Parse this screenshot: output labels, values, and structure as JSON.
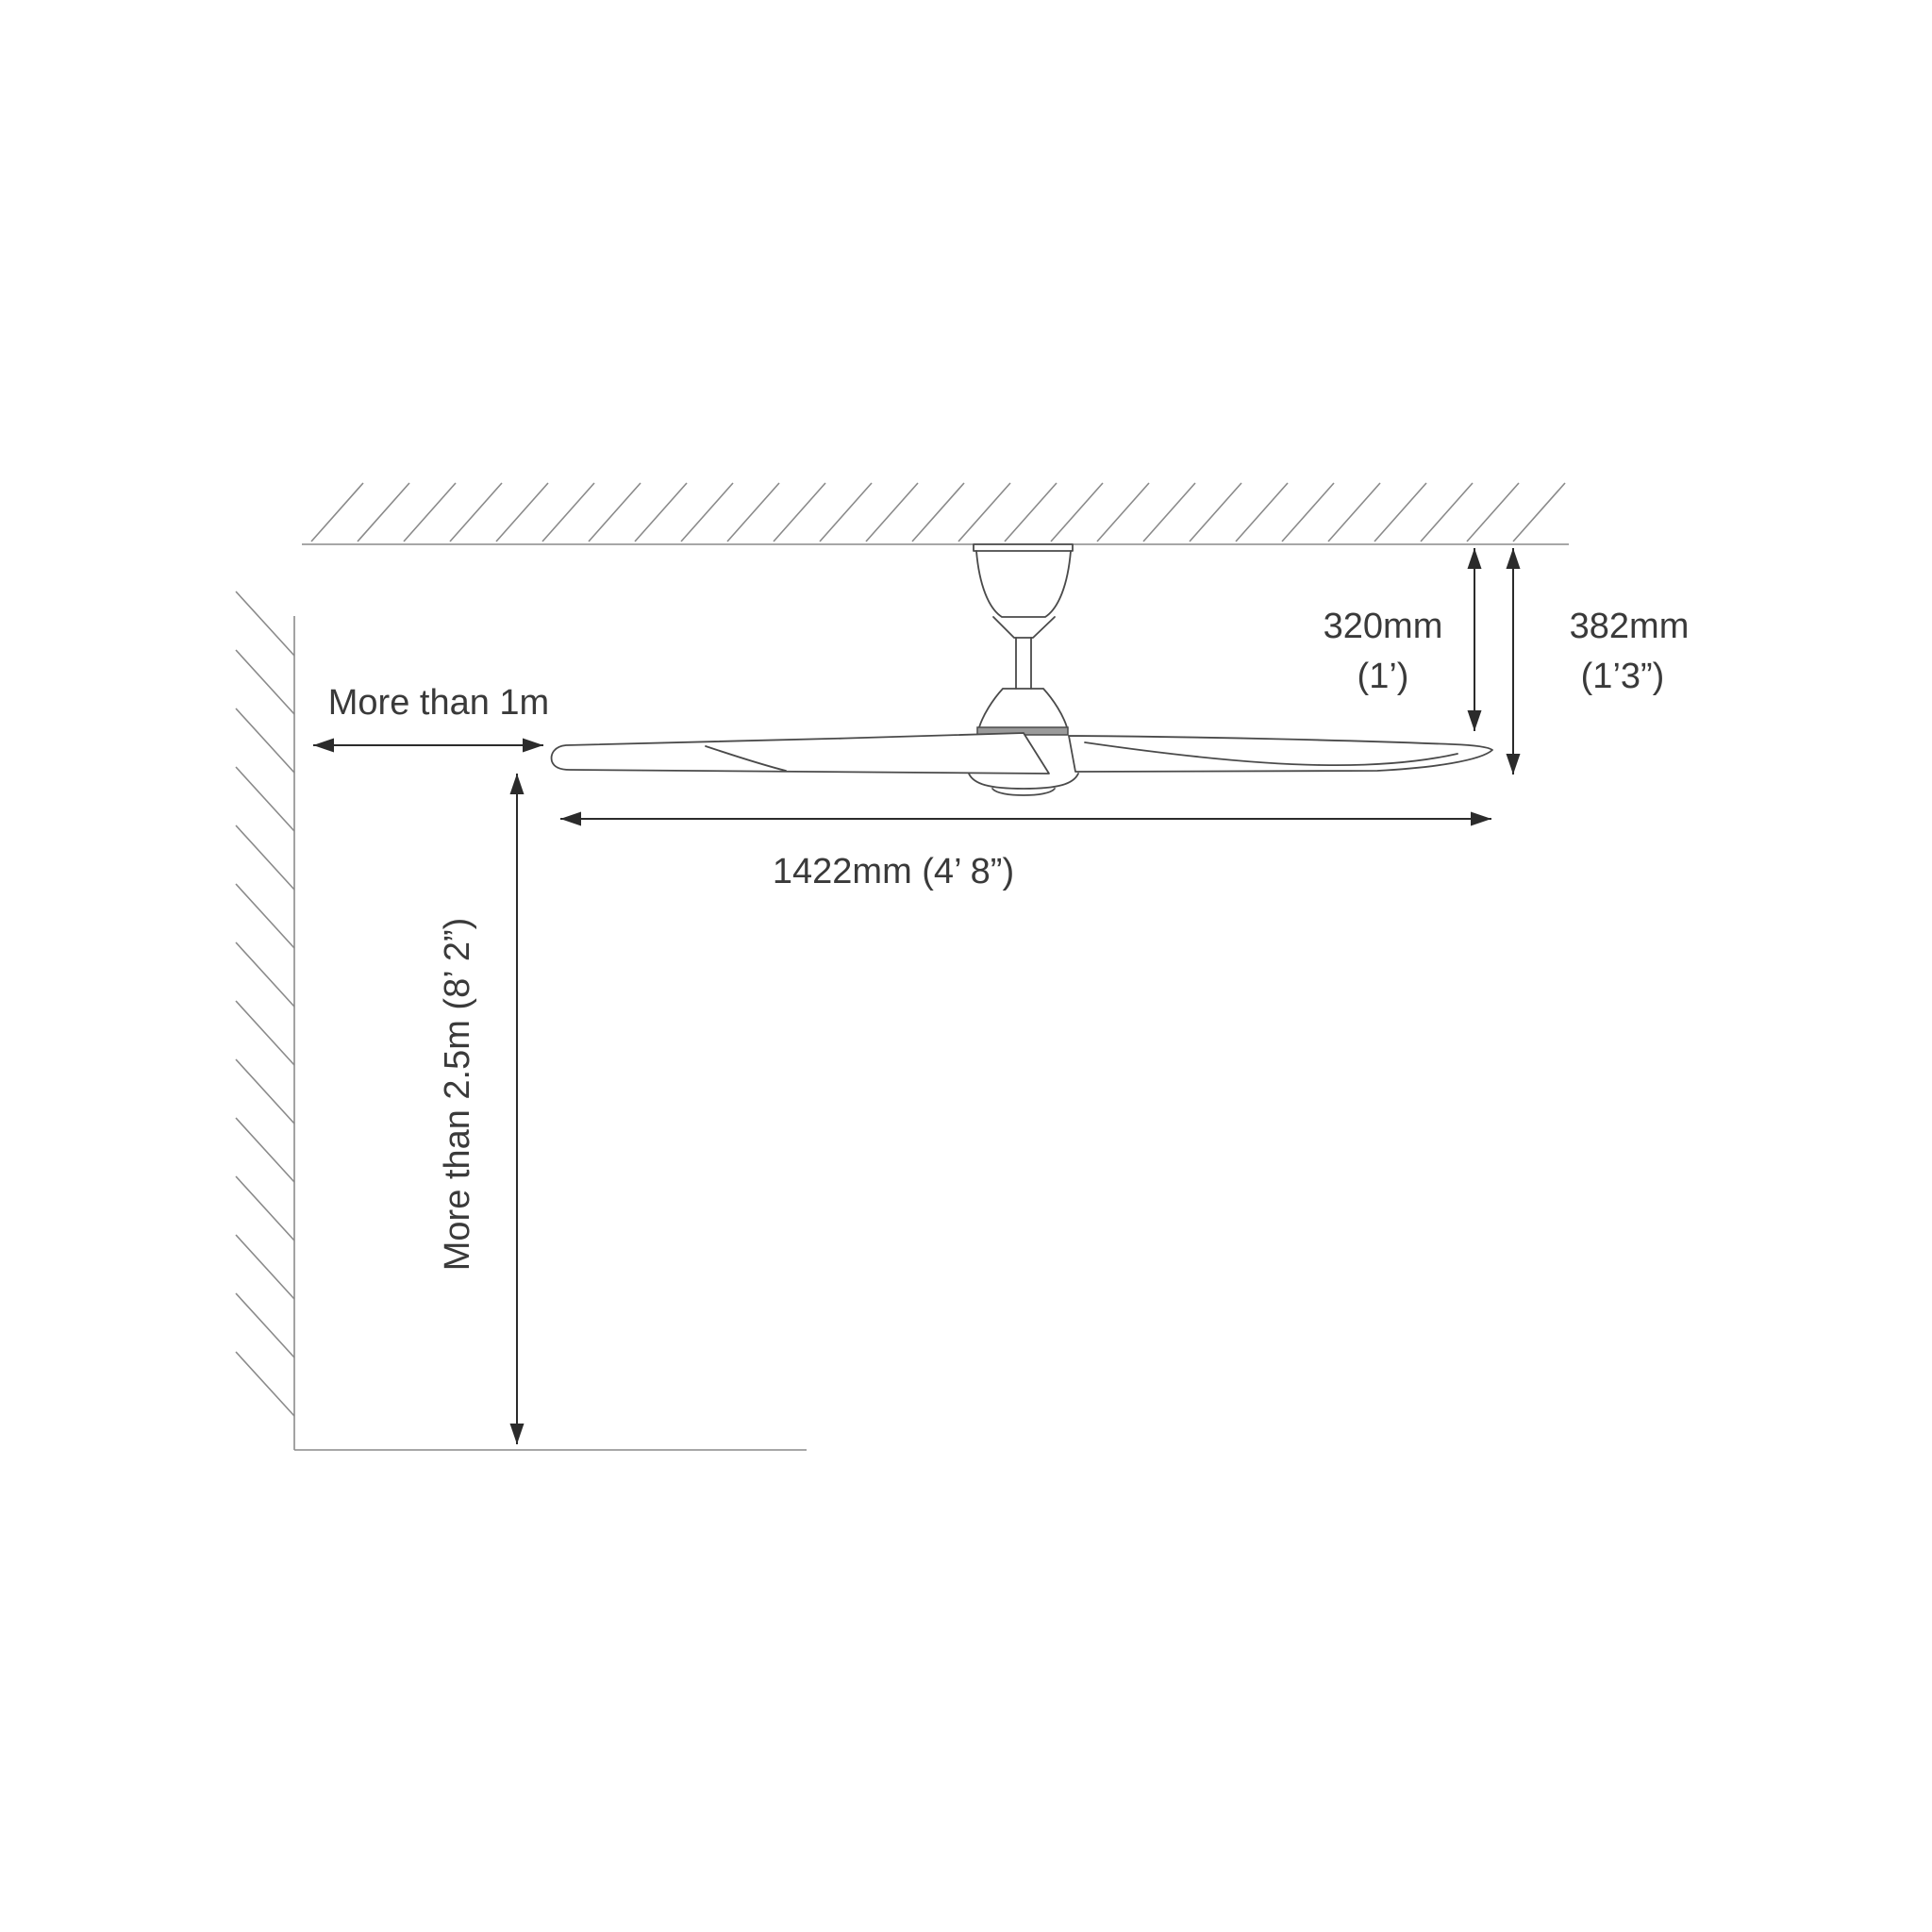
{
  "page": {
    "background": "#ffffff"
  },
  "diagram": {
    "type": "ceiling-fan-installation-clearance",
    "colors": {
      "construction_line": "#8a8a8a",
      "fan_outline": "#4a4a4a",
      "dimension_line": "#2b2b2b",
      "text": "#3a3a3a",
      "motor_band_fill": "#9a9a9a"
    },
    "labels": {
      "wall_clearance": "More than 1m",
      "floor_clearance": "More than 2.5m (8’ 2”)",
      "blade_span": "1422mm  (4’ 8”)",
      "ceiling_to_blade_metric": "320mm",
      "ceiling_to_blade_imperial": "(1’)",
      "ceiling_to_bottom_metric": "382mm",
      "ceiling_to_bottom_imperial": "(1’3”)"
    }
  }
}
